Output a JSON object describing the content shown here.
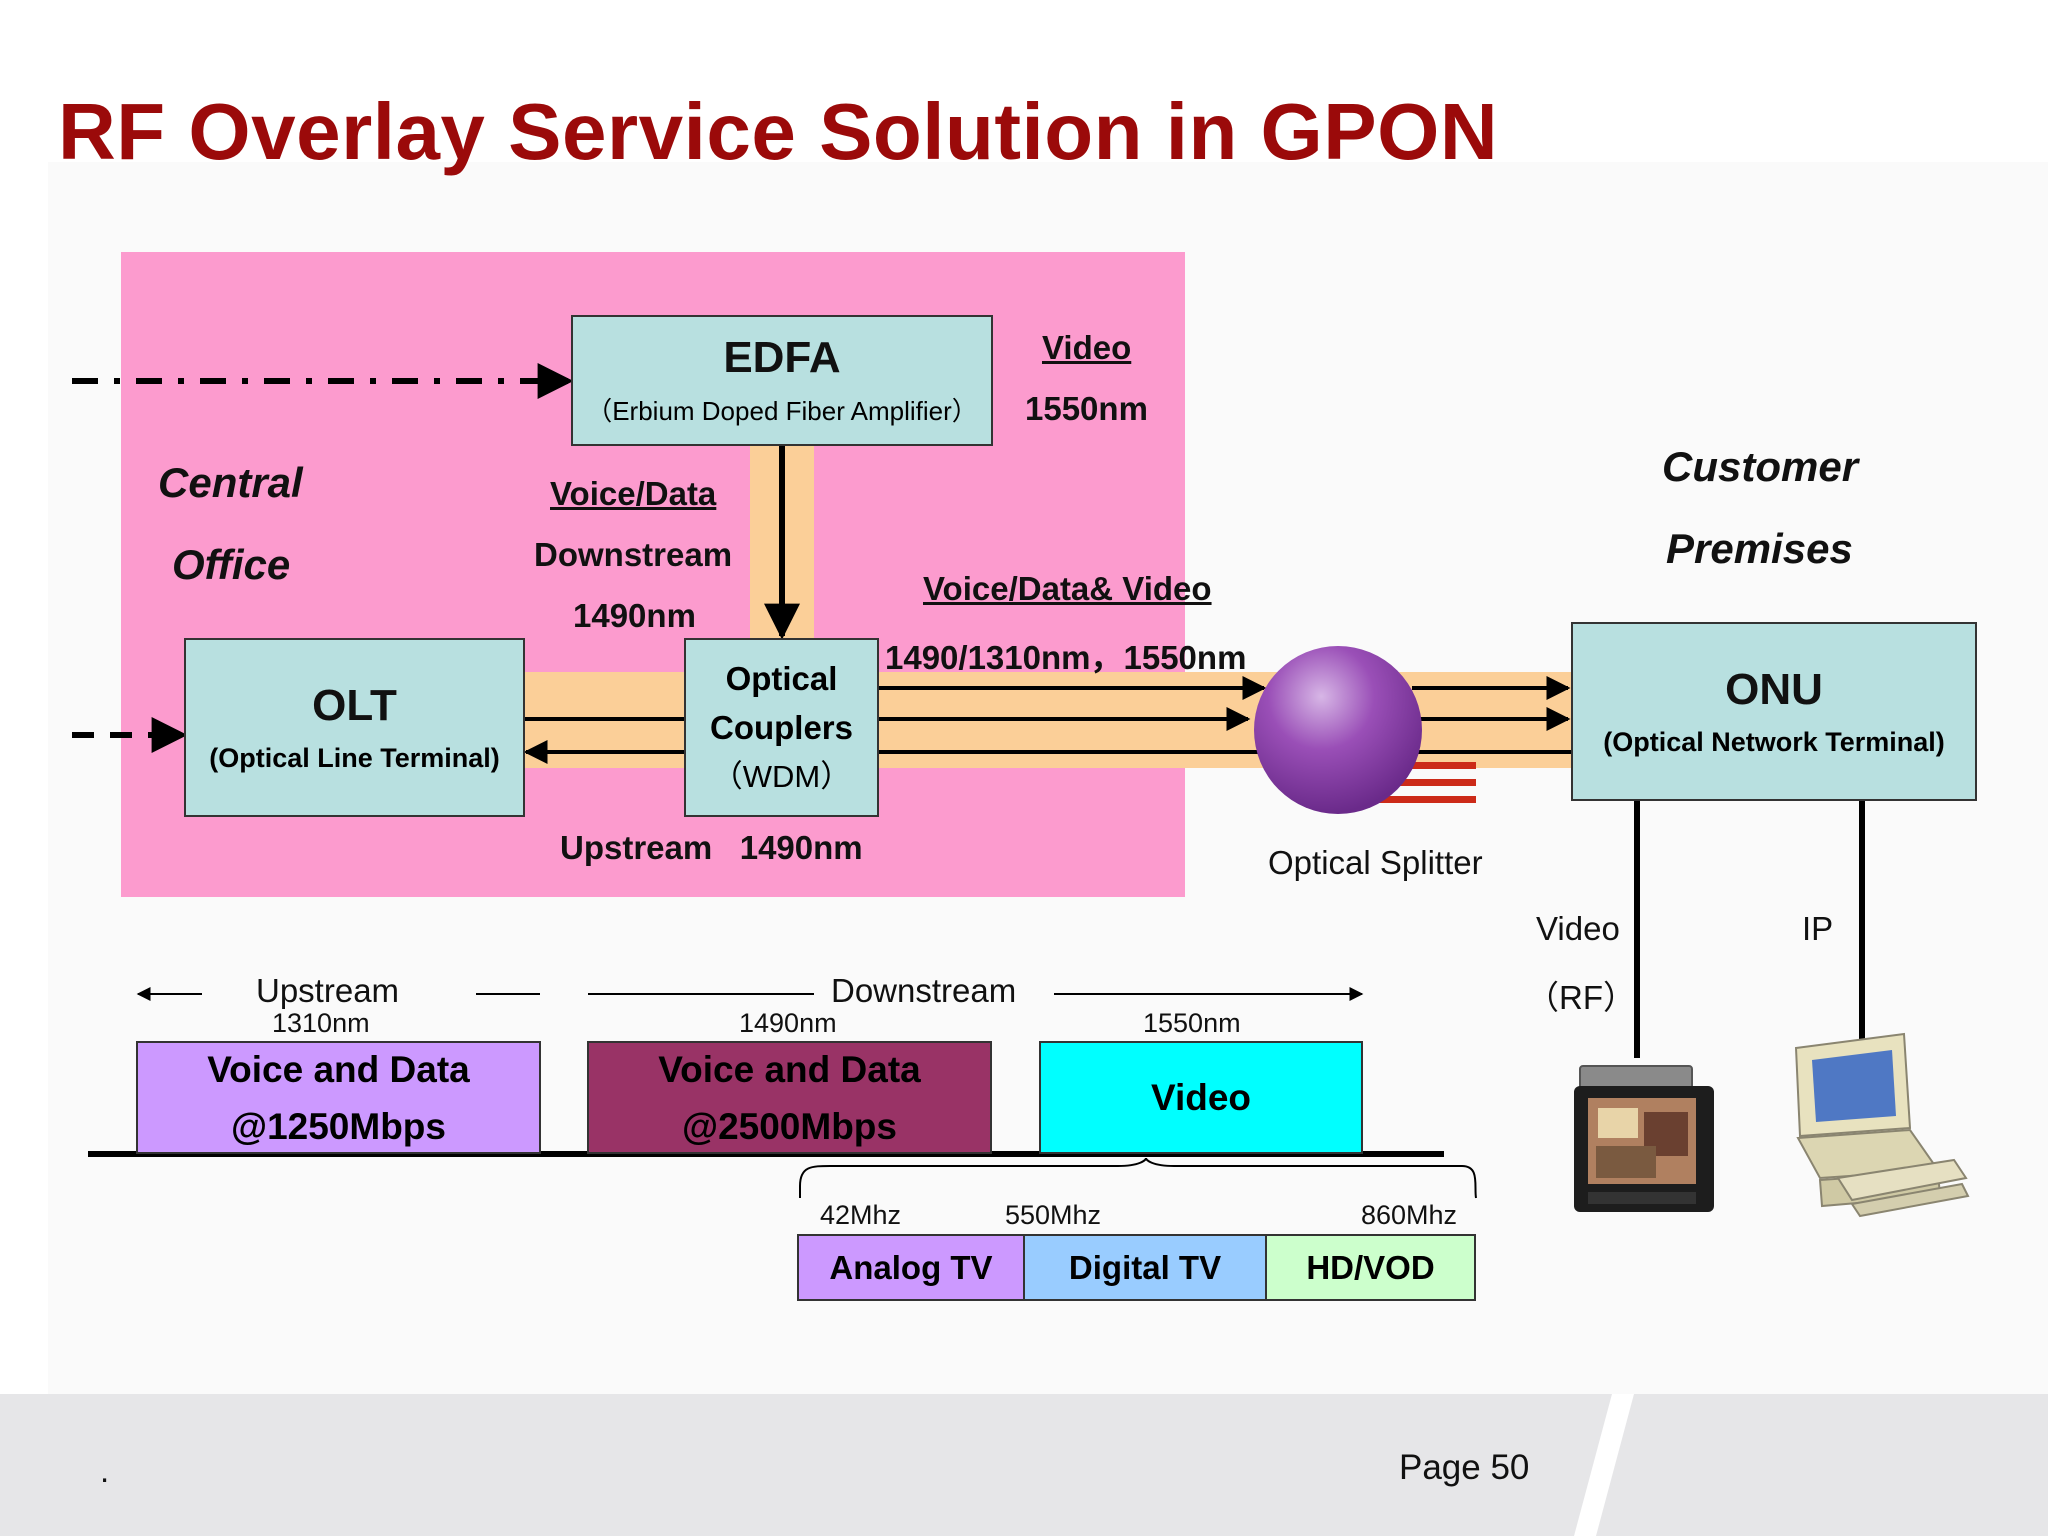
{
  "slide": {
    "title": "RF Overlay Service Solution in GPON",
    "page_label": "Page 50",
    "footer_dot": "."
  },
  "central_office": {
    "line1": "Central",
    "line2": "Office"
  },
  "customer_premises": {
    "line1": "Customer",
    "line2": "Premises"
  },
  "edfa": {
    "title": "EDFA",
    "subtitle": "（Erbium Doped Fiber Amplifier）"
  },
  "video_label": {
    "name": "Video",
    "wavelength": "1550nm"
  },
  "voice_data_down": {
    "name": "Voice/Data",
    "direction": "Downstream",
    "wavelength": "1490nm"
  },
  "combined_label": {
    "name": "Voice/Data& Video",
    "wavelengths": "1490/1310nm，1550nm"
  },
  "upstream_label": "Upstream   1490nm",
  "olt": {
    "title": "OLT",
    "subtitle": "(Optical Line Terminal)"
  },
  "couplers": {
    "line1": "Optical",
    "line2": "Couplers",
    "line3": "（WDM）"
  },
  "splitter_label": "Optical Splitter",
  "onu": {
    "title": "ONU",
    "subtitle": "(Optical Network Terminal)"
  },
  "onu_ports": {
    "video": "Video",
    "rf": "（RF）",
    "ip": "IP"
  },
  "spectrum": {
    "upstream": "Upstream",
    "downstream": "Downstream",
    "bands": [
      {
        "wavelength": "1310nm",
        "line1": "Voice and Data",
        "line2": "@1250Mbps",
        "color": "#cc99ff"
      },
      {
        "wavelength": "1490nm",
        "line1": "Voice and Data",
        "line2": "@2500Mbps",
        "color": "#993366"
      },
      {
        "wavelength": "1550nm",
        "line1": "Video",
        "color": "#00ffff"
      }
    ],
    "rf_freqs": [
      "42Mhz",
      "550Mhz",
      "860Mhz"
    ],
    "rf_bands": [
      {
        "label": "Analog TV",
        "color": "#cc99ff"
      },
      {
        "label": "Digital TV",
        "color": "#99ccff"
      },
      {
        "label": "HD/VOD",
        "color": "#ccffcc"
      }
    ]
  },
  "colors": {
    "title": "#9b0a0a",
    "central_office_zone": "#fc9bce",
    "fiber_band": "#fbcf98",
    "device_box": "#b8e0e0"
  }
}
